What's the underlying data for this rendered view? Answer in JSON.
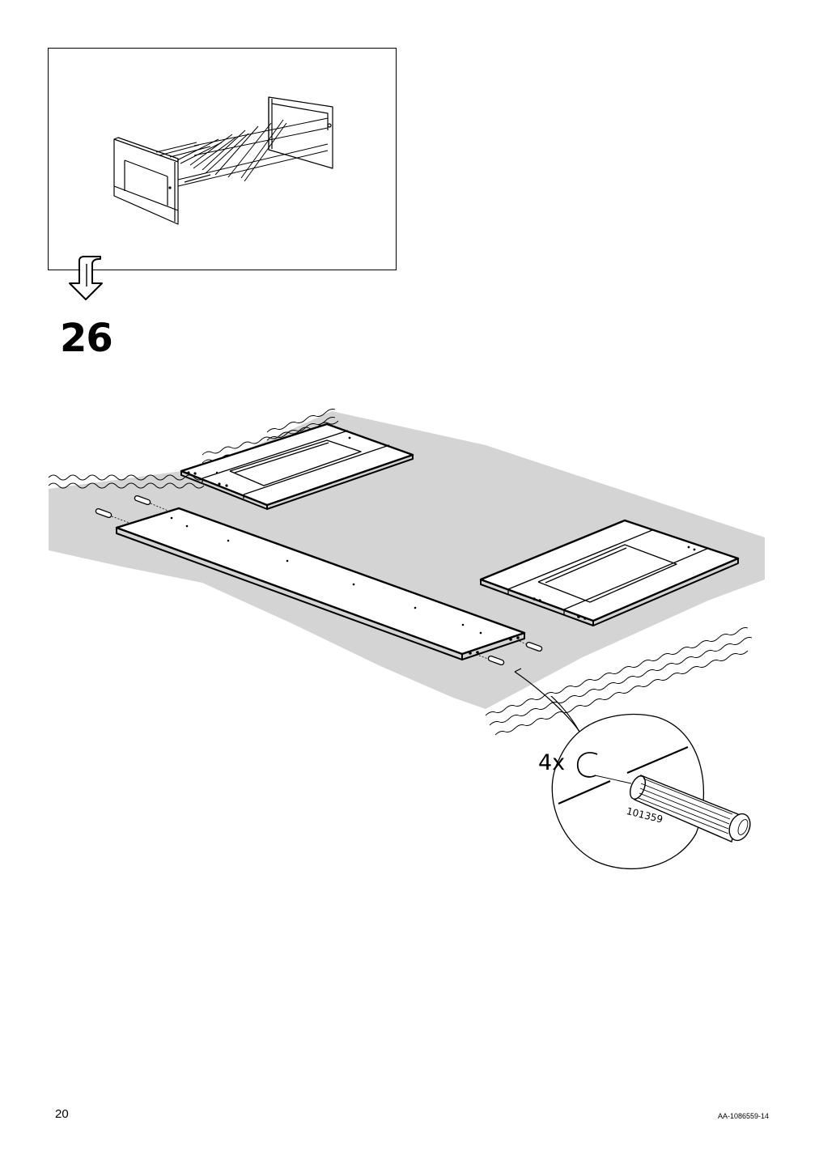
{
  "step": {
    "number": "26"
  },
  "callout": {
    "quantity": "4x",
    "part_number": "101359"
  },
  "footer": {
    "page_number": "20",
    "document_id": "AA-1086559-14"
  },
  "icons": [
    "previous-step-bed-illustration",
    "down-arrow-icon",
    "assembly-scene-illustration",
    "dowel-detail-icon"
  ],
  "colors": {
    "line": "#000000",
    "rug": "#d4d4d4",
    "paper": "#ffffff"
  }
}
